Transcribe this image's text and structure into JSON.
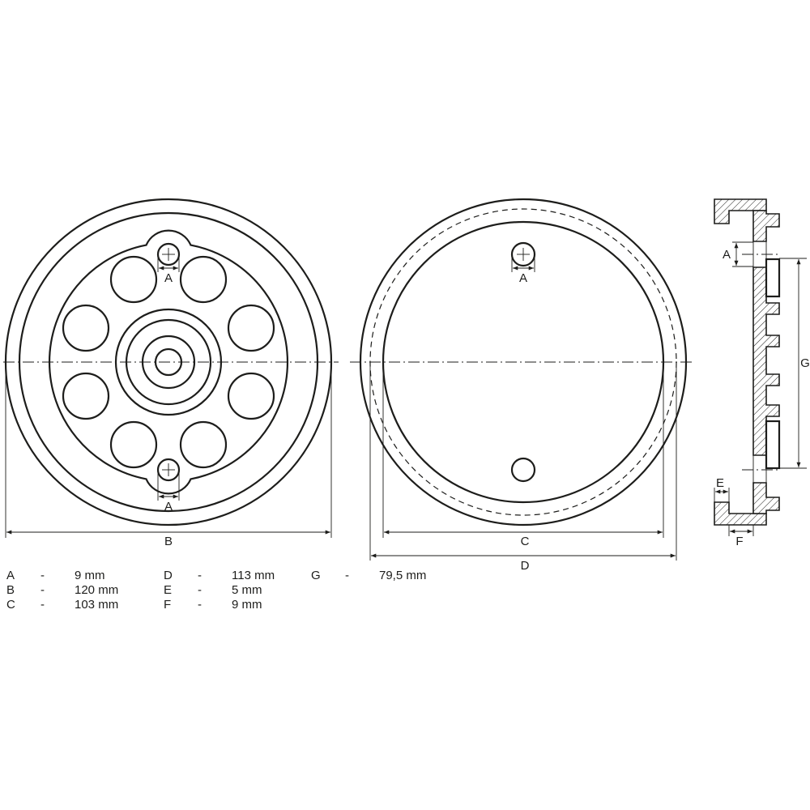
{
  "labels": {
    "A": "A",
    "B": "B",
    "C": "C",
    "D": "D",
    "E": "E",
    "F": "F",
    "G": "G"
  },
  "legend": {
    "separator": "-",
    "items": [
      {
        "key": "A",
        "value": "9 mm"
      },
      {
        "key": "B",
        "value": "120 mm"
      },
      {
        "key": "C",
        "value": "103 mm"
      },
      {
        "key": "D",
        "value": "113 mm"
      },
      {
        "key": "E",
        "value": "5 mm"
      },
      {
        "key": "F",
        "value": "9 mm"
      },
      {
        "key": "G",
        "value": "79,5 mm"
      }
    ]
  },
  "colors": {
    "line": "#1d1d1b",
    "background": "#ffffff"
  }
}
